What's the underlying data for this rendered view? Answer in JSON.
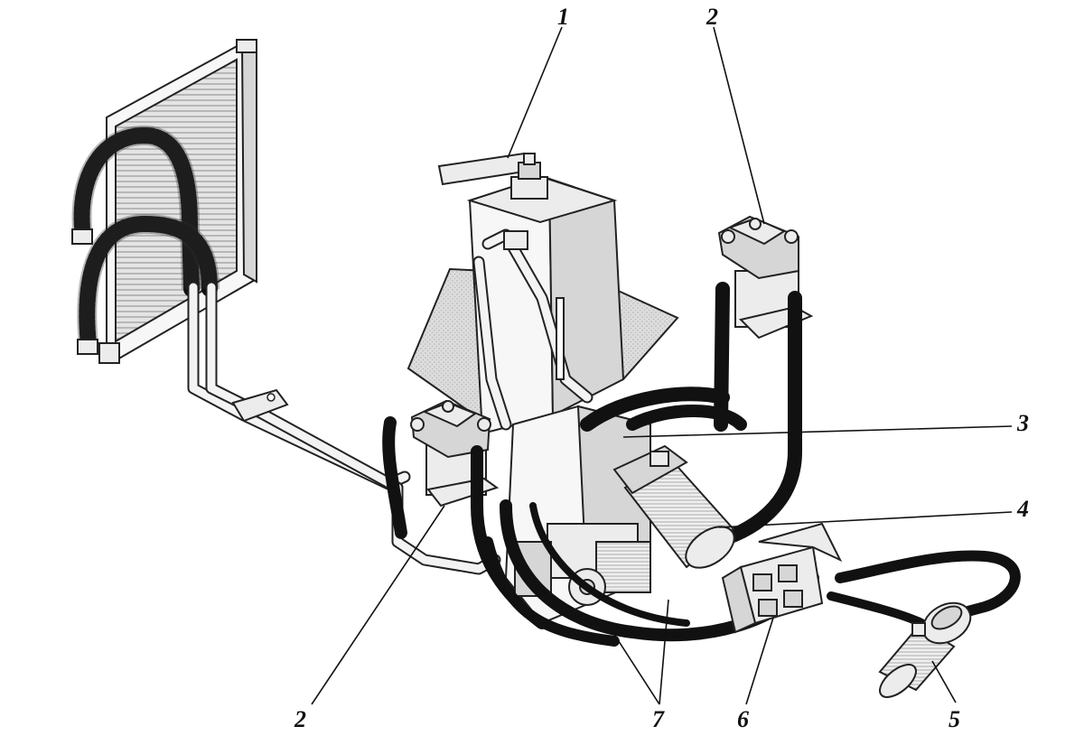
{
  "callouts": {
    "c1": "1",
    "c2_top": "2",
    "c2_bottom": "2",
    "c3": "3",
    "c4": "4",
    "c5": "5",
    "c6": "6",
    "c7": "7"
  },
  "colors": {
    "ink": "#111111",
    "paper": "#ffffff",
    "metal": "#ececec",
    "shade": "#d6d6d6"
  }
}
